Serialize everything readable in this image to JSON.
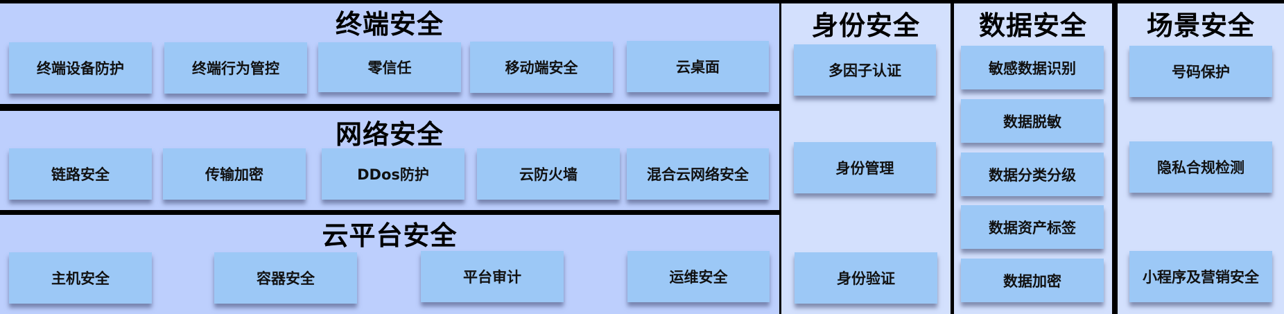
{
  "colors": {
    "left_panel_bg": "#bdcffd",
    "right_panel_bg": "#d3e0fd",
    "box_bg": "#9cc8f6",
    "divider": "#000000"
  },
  "terminal": {
    "title": "终端安全",
    "items": [
      "终端设备防护",
      "终端行为管控",
      "零信任",
      "移动端安全",
      "云桌面"
    ]
  },
  "network": {
    "title": "网络安全",
    "items": [
      "链路安全",
      "传输加密",
      "DDos防护",
      "云防火墙",
      "混合云网络安全"
    ]
  },
  "cloud_platform": {
    "title": "云平台安全",
    "items": [
      "主机安全",
      "容器安全",
      "平台审计",
      "运维安全"
    ]
  },
  "identity": {
    "title": "身份安全",
    "items": [
      "多因子认证",
      "身份管理",
      "身份验证"
    ]
  },
  "data_security": {
    "title": "数据安全",
    "items": [
      "敏感数据识别",
      "数据脱敏",
      "数据分类分级",
      "数据资产标签",
      "数据加密"
    ]
  },
  "scenario": {
    "title": "场景安全",
    "items": [
      "号码保护",
      "隐私合规检测",
      "小程序及营销安全"
    ]
  }
}
